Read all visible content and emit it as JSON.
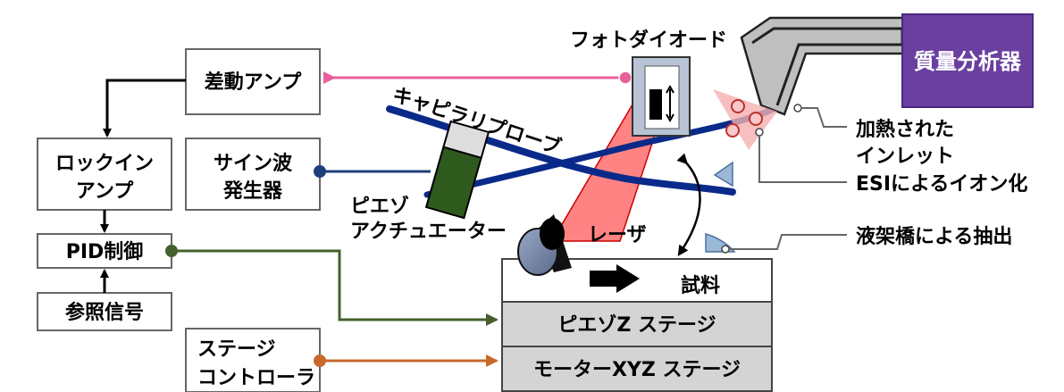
{
  "blocks": {
    "diff_amp": "差動アンプ",
    "lockin_1": "ロックイン",
    "lockin_2": "アンプ",
    "pid": "PID制御",
    "reference": "参照信号",
    "sine_1": "サイン波",
    "sine_2": "発生器",
    "stage_ctrl_1": "ステージ",
    "stage_ctrl_2": "コントローラ"
  },
  "labels": {
    "photodiode": "フォトダイオード",
    "capillary": "キャピラリプローブ",
    "piezo_1": "ピエゾ",
    "piezo_2": "アクチュエーター",
    "laser": "レーザ",
    "mass_spec": "質量分析器",
    "heated_1": "加熱された",
    "heated_2": "インレット",
    "esi": "ESIによるイオン化",
    "extraction": "液架橋による抽出",
    "sample": "試料",
    "piezo_z": "ピエゾZ ステージ",
    "motor_xyz": "モーターXYZ ステージ"
  },
  "colors": {
    "pink_signal": "#e8609a",
    "blue_signal": "#1f3f7a",
    "green_signal": "#46602c",
    "orange_signal": "#c8682a",
    "capillary": "#0a2a8a",
    "laser": "#ff4040",
    "mass_spec": "#6a3fa0",
    "actuator": "#2f5a1e"
  }
}
